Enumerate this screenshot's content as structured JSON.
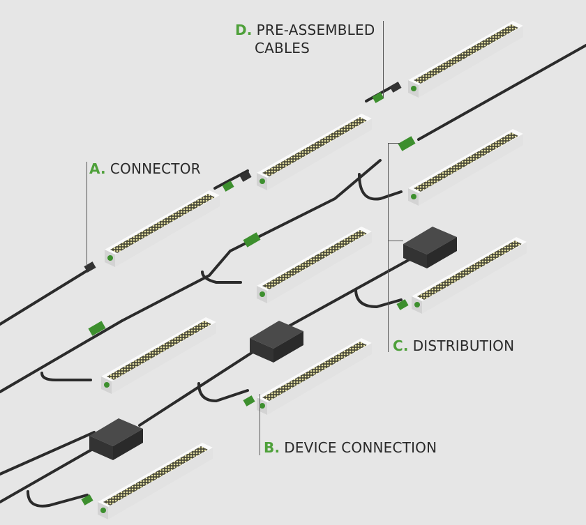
{
  "colors": {
    "background": "#e6e6e6",
    "accent_green": "#4ea03a",
    "connector_green": "#3d8f2e",
    "cable": "#2b2b2b",
    "housing": "#f4f4f4",
    "led_panel": "#c9c48a",
    "power_box": "#3a3a3a"
  },
  "labels": {
    "a": {
      "key": "A.",
      "text": "CONNECTOR"
    },
    "b": {
      "key": "B.",
      "text": "DEVICE CONNECTION"
    },
    "c": {
      "key": "C.",
      "text": "DISTRIBUTION"
    },
    "d": {
      "key": "D.",
      "text": "PRE-ASSEMBLED",
      "text2": "CABLES"
    }
  }
}
